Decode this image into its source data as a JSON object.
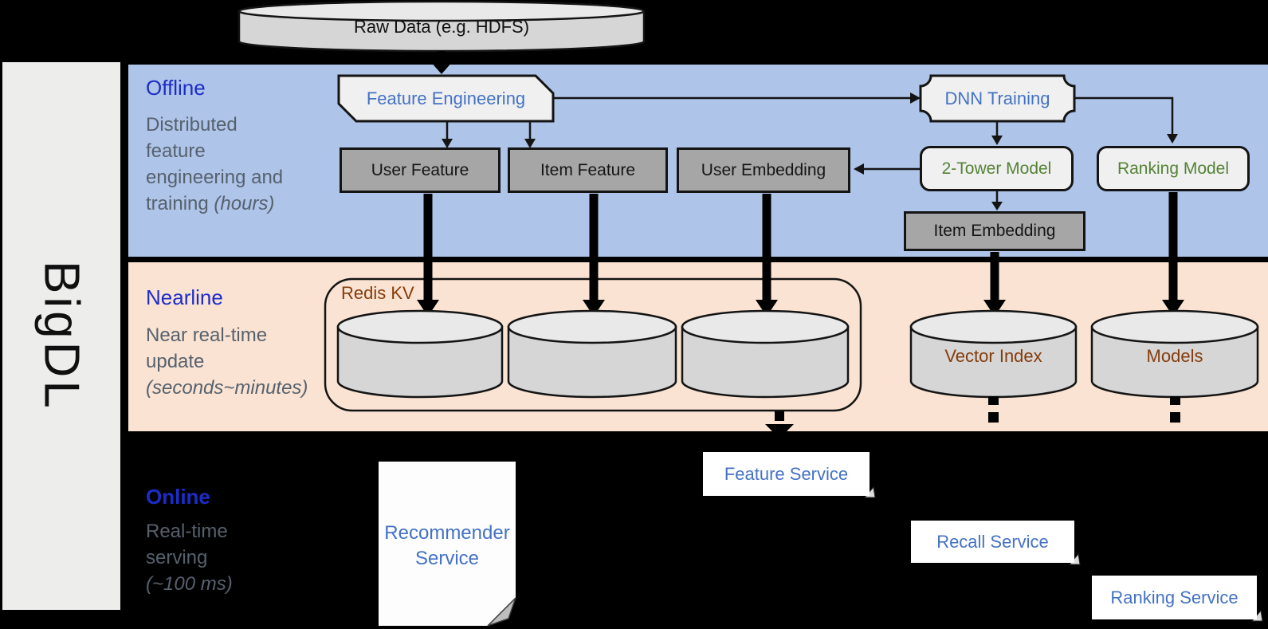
{
  "brand": "BigDL",
  "lanes": {
    "offline": {
      "title": "Offline",
      "description": "Distributed feature engineering and training",
      "qualifier": "(hours)"
    },
    "nearline": {
      "title": "Nearline",
      "description": "Near real-time update",
      "qualifier": "(seconds~minutes)"
    },
    "online": {
      "title": "Online",
      "description": "Real-time serving",
      "qualifier": "(~100 ms)"
    }
  },
  "nodes": {
    "raw_data": "Raw Data (e.g. HDFS)",
    "feature_engineering": "Feature Engineering",
    "dnn_training": "DNN Training",
    "user_feature": "User Feature",
    "item_feature": "Item Feature",
    "user_embedding": "User Embedding",
    "two_tower_model": "2-Tower Model",
    "ranking_model": "Ranking Model",
    "item_embedding": "Item Embedding",
    "redis_kv": "Redis KV",
    "vector_index": "Vector Index",
    "models": "Models",
    "recommender_service": "Recommender Service",
    "feature_service": "Feature Service",
    "recall_service": "Recall Service",
    "ranking_service": "Ranking Service"
  },
  "colors": {
    "offline_band": "#aec4e8",
    "nearline_band": "#fae3d2",
    "online_band": "#000000",
    "sidebar": "#ededec",
    "lane_title_blue": "#1c2cc8",
    "lane_description_gray": "#56616e",
    "node_label_blue": "#4472c4",
    "node_label_green": "#548235",
    "storage_label_brown": "#843c0c",
    "dark_node_fill": "#a6a6a6",
    "light_node_fill": "#f0f0f0",
    "cylinder_fill": "#d6d6d6"
  }
}
